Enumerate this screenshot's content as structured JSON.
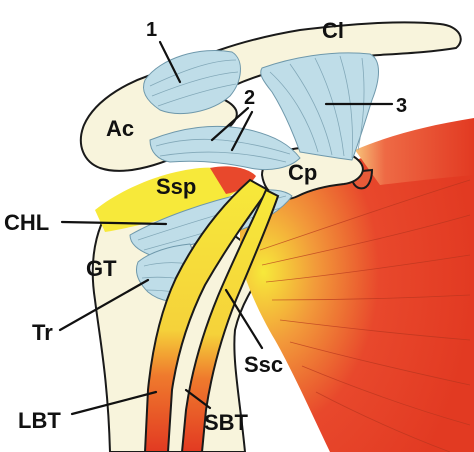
{
  "colors": {
    "bone": "#f8f4dc",
    "ligament": "#bfdde8",
    "tendon": "#f7e93a",
    "muscle": "#e8482c",
    "outline": "#1a1a1a"
  },
  "labels": {
    "l1": "1",
    "cl": "Cl",
    "l2": "2",
    "l3": "3",
    "ac": "Ac",
    "cp": "Cp",
    "ssp": "Ssp",
    "chl": "CHL",
    "gt": "GT",
    "tr": "Tr",
    "ssc": "Ssc",
    "lbt": "LBT",
    "sbt": "SBT"
  }
}
